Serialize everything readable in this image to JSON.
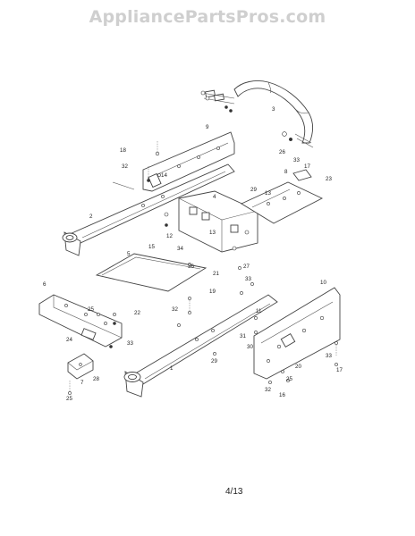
{
  "watermark": "AppliancePartsPros.com",
  "page_number": "4/13",
  "callouts": [
    {
      "id": "c3",
      "text": "3"
    },
    {
      "id": "c9",
      "text": "9"
    },
    {
      "id": "c18",
      "text": "18"
    },
    {
      "id": "c32a",
      "text": "32"
    },
    {
      "id": "c14",
      "text": "14"
    },
    {
      "id": "c26a",
      "text": "26"
    },
    {
      "id": "c33a",
      "text": "33"
    },
    {
      "id": "c17a",
      "text": "17"
    },
    {
      "id": "c8",
      "text": "8"
    },
    {
      "id": "c23",
      "text": "23"
    },
    {
      "id": "c29",
      "text": "29"
    },
    {
      "id": "c13a",
      "text": "13"
    },
    {
      "id": "c4",
      "text": "4"
    },
    {
      "id": "c2",
      "text": "2"
    },
    {
      "id": "c12",
      "text": "12"
    },
    {
      "id": "c13b",
      "text": "13"
    },
    {
      "id": "c15",
      "text": "15"
    },
    {
      "id": "c34",
      "text": "34"
    },
    {
      "id": "c5",
      "text": "5"
    },
    {
      "id": "c36",
      "text": "36"
    },
    {
      "id": "c21",
      "text": "21"
    },
    {
      "id": "c27",
      "text": "27"
    },
    {
      "id": "c33b",
      "text": "33"
    },
    {
      "id": "c6",
      "text": "6"
    },
    {
      "id": "c19",
      "text": "19"
    },
    {
      "id": "c10",
      "text": "10"
    },
    {
      "id": "c25a",
      "text": "25"
    },
    {
      "id": "c22",
      "text": "22"
    },
    {
      "id": "c32b",
      "text": "32"
    },
    {
      "id": "c11",
      "text": "11"
    },
    {
      "id": "c24",
      "text": "24"
    },
    {
      "id": "c33c",
      "text": "33"
    },
    {
      "id": "c31",
      "text": "31"
    },
    {
      "id": "c30",
      "text": "30"
    },
    {
      "id": "c1",
      "text": "1"
    },
    {
      "id": "c29b",
      "text": "29"
    },
    {
      "id": "c33d",
      "text": "33"
    },
    {
      "id": "c20",
      "text": "20"
    },
    {
      "id": "c17b",
      "text": "17"
    },
    {
      "id": "c7",
      "text": "7"
    },
    {
      "id": "c28",
      "text": "28"
    },
    {
      "id": "c25b",
      "text": "25"
    },
    {
      "id": "c25c",
      "text": "25"
    },
    {
      "id": "c32c",
      "text": "32"
    },
    {
      "id": "c16",
      "text": "16"
    }
  ]
}
